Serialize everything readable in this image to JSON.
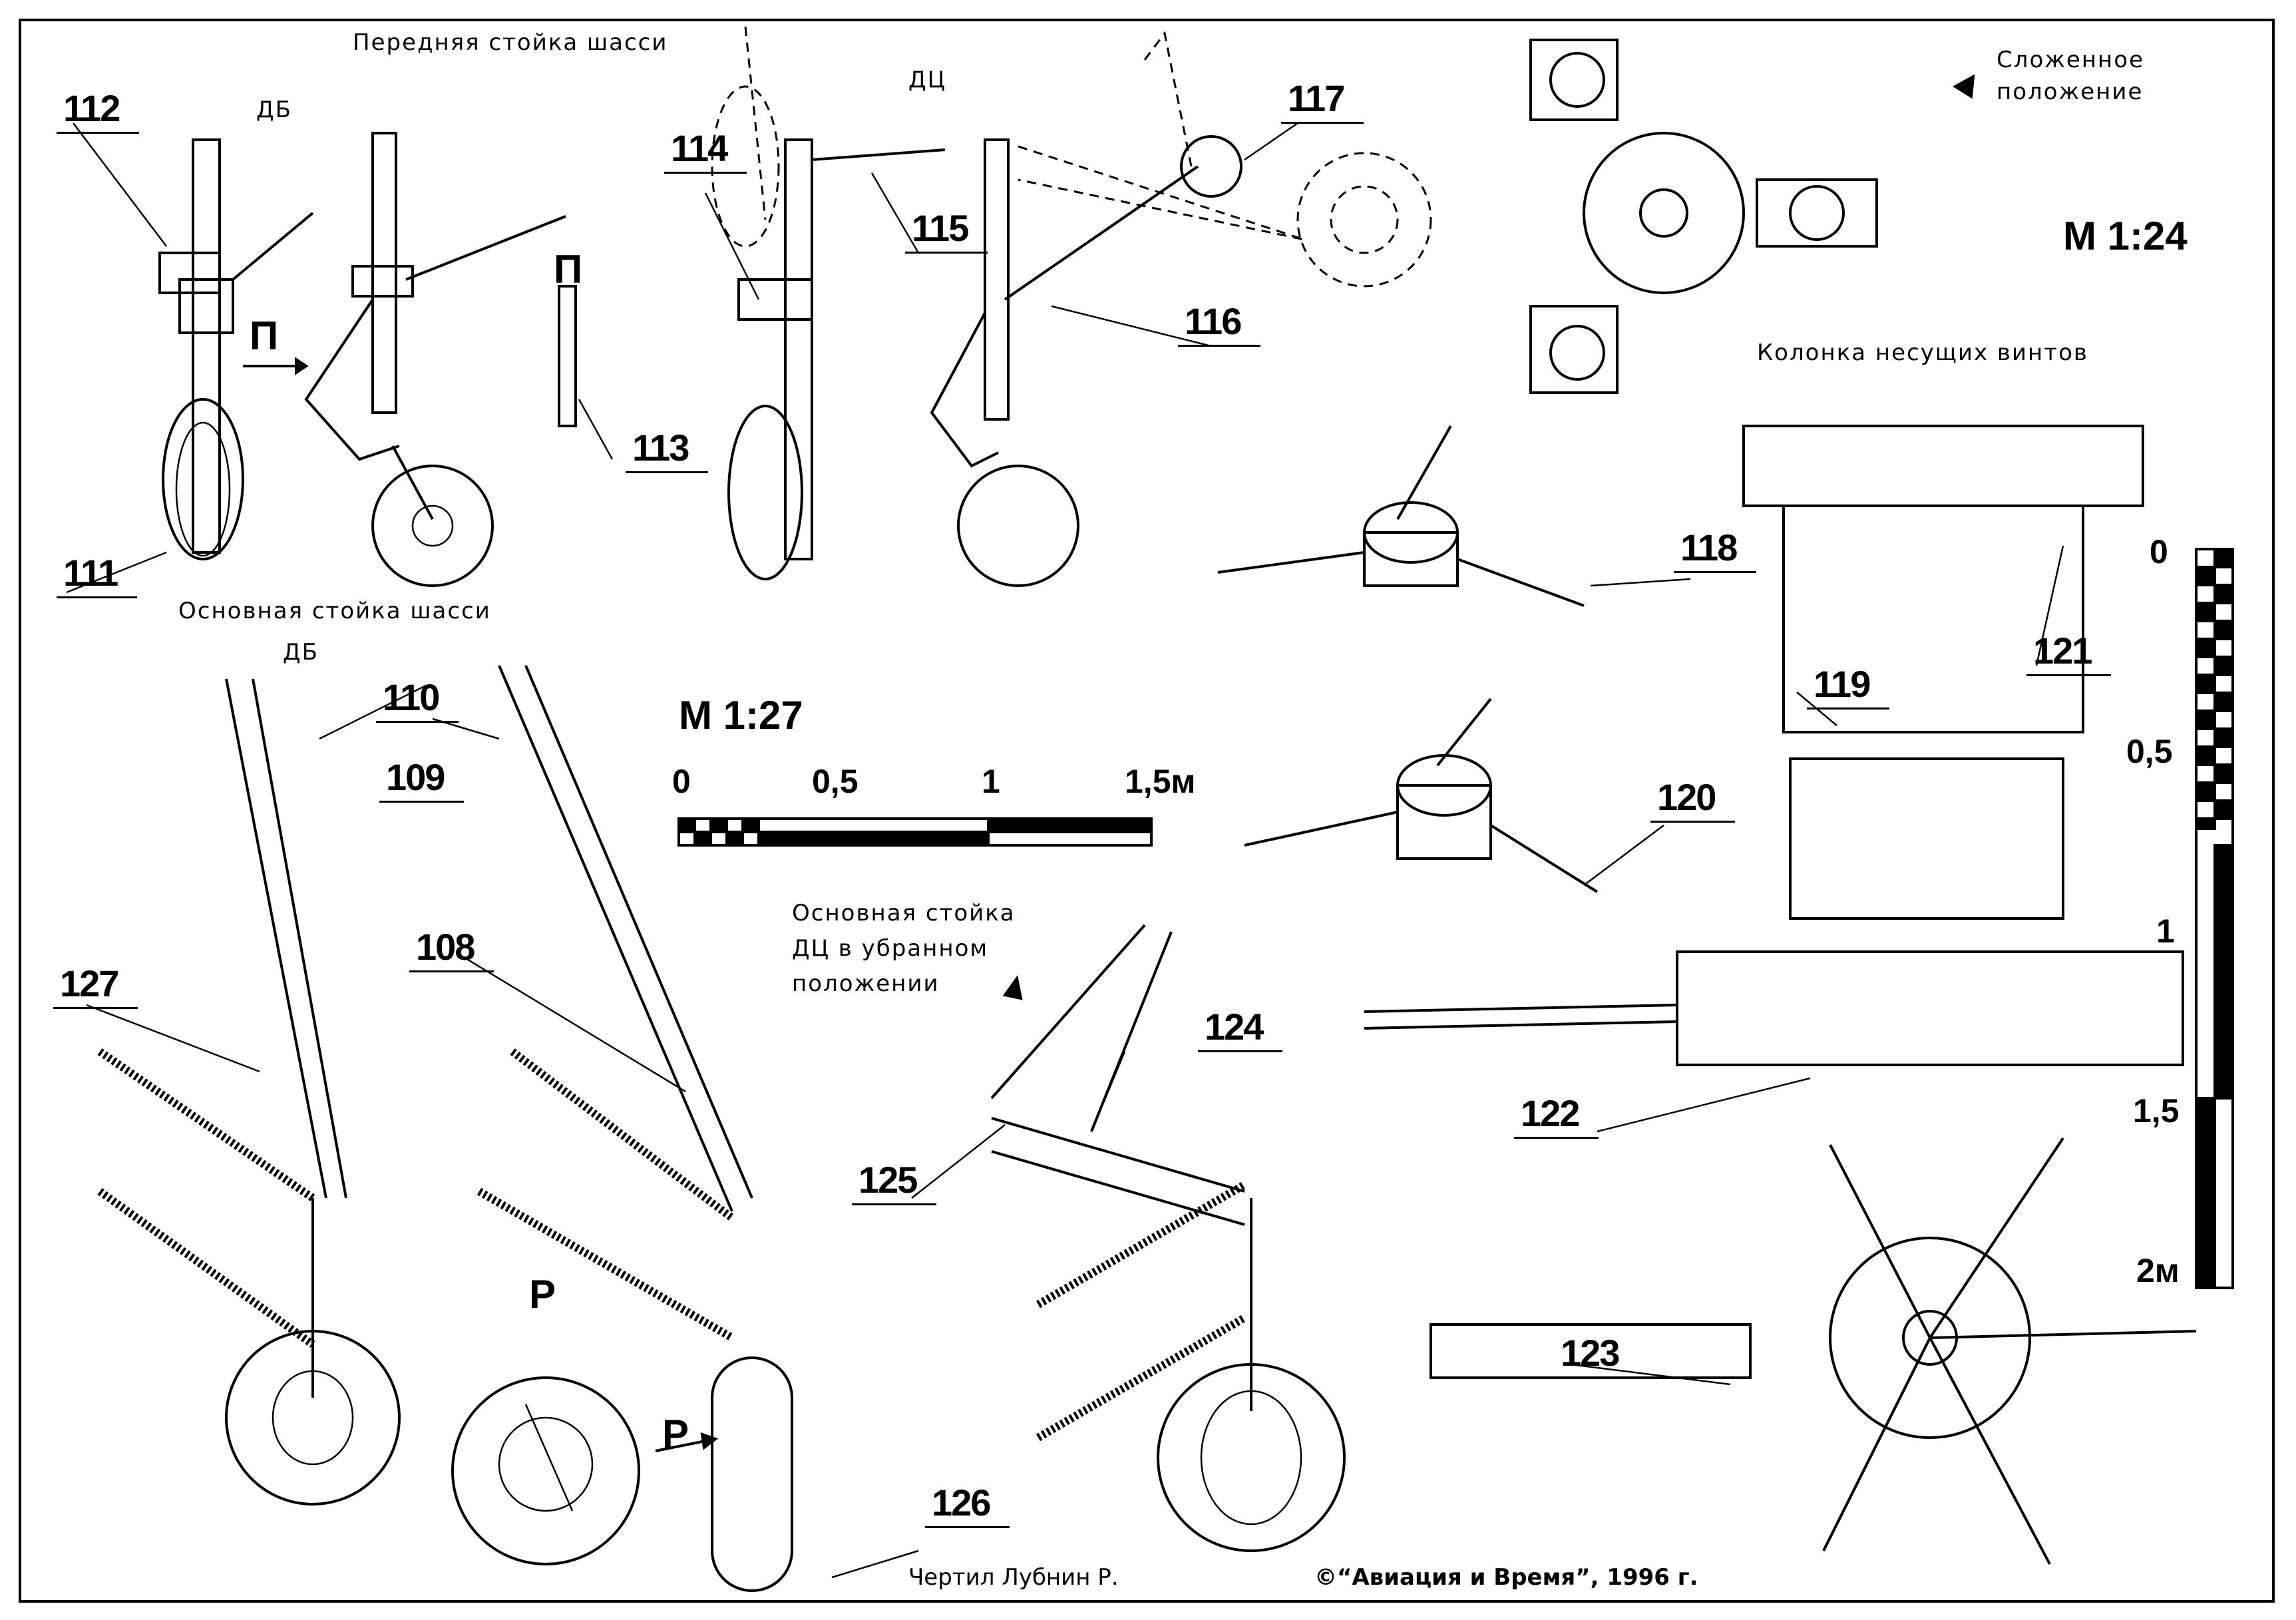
{
  "captions": {
    "front_strut": "Передняя стойка шасси",
    "db_top": "ДБ",
    "dc_top": "ДЦ",
    "folded": "Сложенное",
    "folded2": "положение",
    "main_strut": "Основная стойка шасси",
    "db_main": "ДБ",
    "retracted1": "Основная стойка",
    "retracted2": "ДЦ в убранном",
    "retracted3": "положении",
    "rotor_column": "Колонка несущих винтов",
    "view_p1": "П",
    "view_p2": "П",
    "view_r1": "Р",
    "view_r2": "Р"
  },
  "part_numbers": [
    "108",
    "109",
    "110",
    "111",
    "112",
    "113",
    "114",
    "115",
    "116",
    "117",
    "118",
    "119",
    "120",
    "121",
    "122",
    "123",
    "124",
    "125",
    "126",
    "127"
  ],
  "scales": {
    "landing_gear": {
      "title": "М 1:27",
      "ticks": [
        "0",
        "0,5",
        "1",
        "1,5м"
      ]
    },
    "rotor_column": {
      "title": "М 1:24",
      "ticks": [
        "0",
        "0,5",
        "1",
        "1,5",
        "2м"
      ]
    }
  },
  "footer": {
    "author": "Чертил Лубнин Р.",
    "copyright": "©“Авиация и Время”, 1996 г."
  }
}
